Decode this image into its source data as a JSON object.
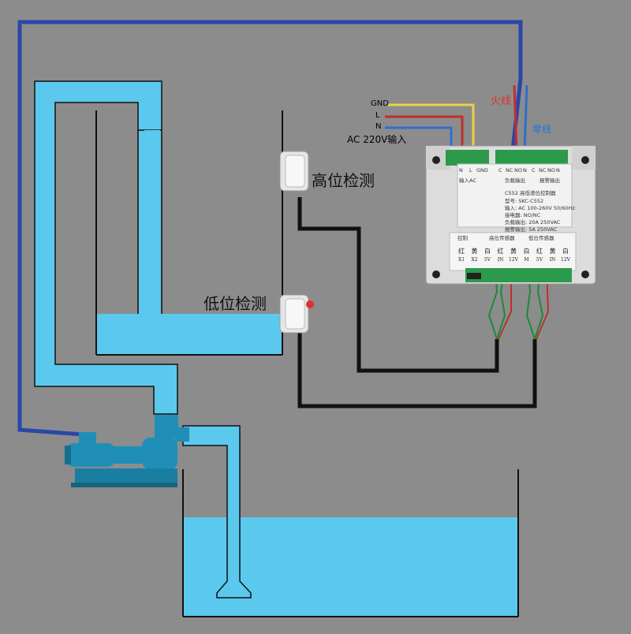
{
  "sensors": {
    "high": "高位检测",
    "low": "低位检测"
  },
  "power": {
    "gnd": "GND",
    "l": "L",
    "n": "N",
    "ac_input": "AC 220V输入",
    "live_wire": "火线",
    "neutral_wire": "零线"
  },
  "controller": {
    "top_terminals_left": [
      "N",
      "L",
      "GND"
    ],
    "top_terminals_right": [
      "C",
      "NC",
      "NO",
      "N",
      "C",
      "NC",
      "NO",
      "N"
    ],
    "input_label": "输入AC",
    "load_output": "负载输出",
    "alarm_output": "报警输出",
    "title": "C552 高低液位控制器",
    "model": "型号: SKC-C552",
    "input_spec": "输入: AC 100-260V 50/60Hz",
    "relay_spec": "接电器: NO/NC",
    "load_spec": "负载输出: 20A 250VAC",
    "alarm_spec": "报警输出: 5A 250VAC",
    "bottom_group_left": "控制",
    "bottom_group_mid": "高位传感器",
    "bottom_group_right": "低位传感器",
    "bottom_terminals_row1": [
      "红",
      "黄",
      "白",
      "红",
      "黄",
      "白",
      "红",
      "黄",
      "白"
    ],
    "bottom_terminals_row2": [
      "X1",
      "X2",
      "5V",
      "IN",
      "12V",
      "M",
      "5V",
      "IN",
      "12V"
    ]
  },
  "colors": {
    "background": "#8c8c8c",
    "water": "#5bc8ee",
    "live_wire": "#c0302b",
    "neutral_wire": "#2f6fcc",
    "ground_wire": "#e8d24a",
    "control_wire": "#2a47a8"
  }
}
